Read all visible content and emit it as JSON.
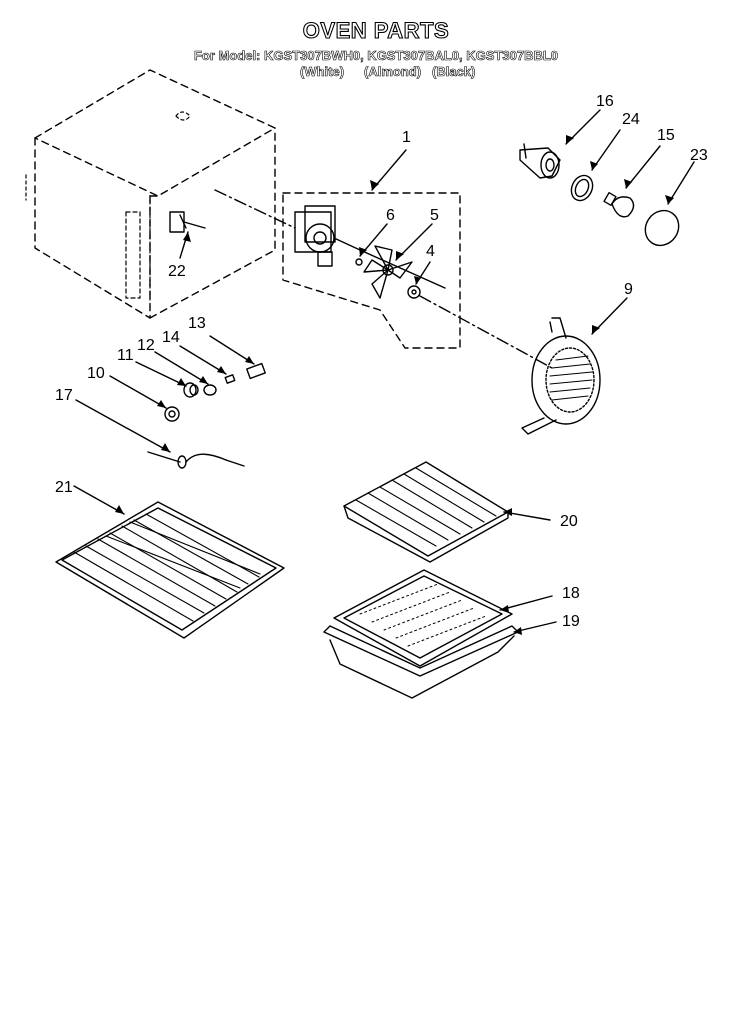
{
  "title": "OVEN PARTS",
  "models_line": "For Model: KGST307BWH0, KGST307BAL0, KGST307BBL0",
  "color_variants": [
    "(White)",
    "(Almond)",
    "(Black)"
  ],
  "part_labels": {
    "p1": "1",
    "p4": "4",
    "p5": "5",
    "p6": "6",
    "p9": "9",
    "p10": "10",
    "p11": "11",
    "p12": "12",
    "p13": "13",
    "p14": "14",
    "p15": "15",
    "p16": "16",
    "p17": "17",
    "p18": "18",
    "p19": "19",
    "p20": "20",
    "p21": "21",
    "p22": "22",
    "p23": "23",
    "p24": "24"
  }
}
